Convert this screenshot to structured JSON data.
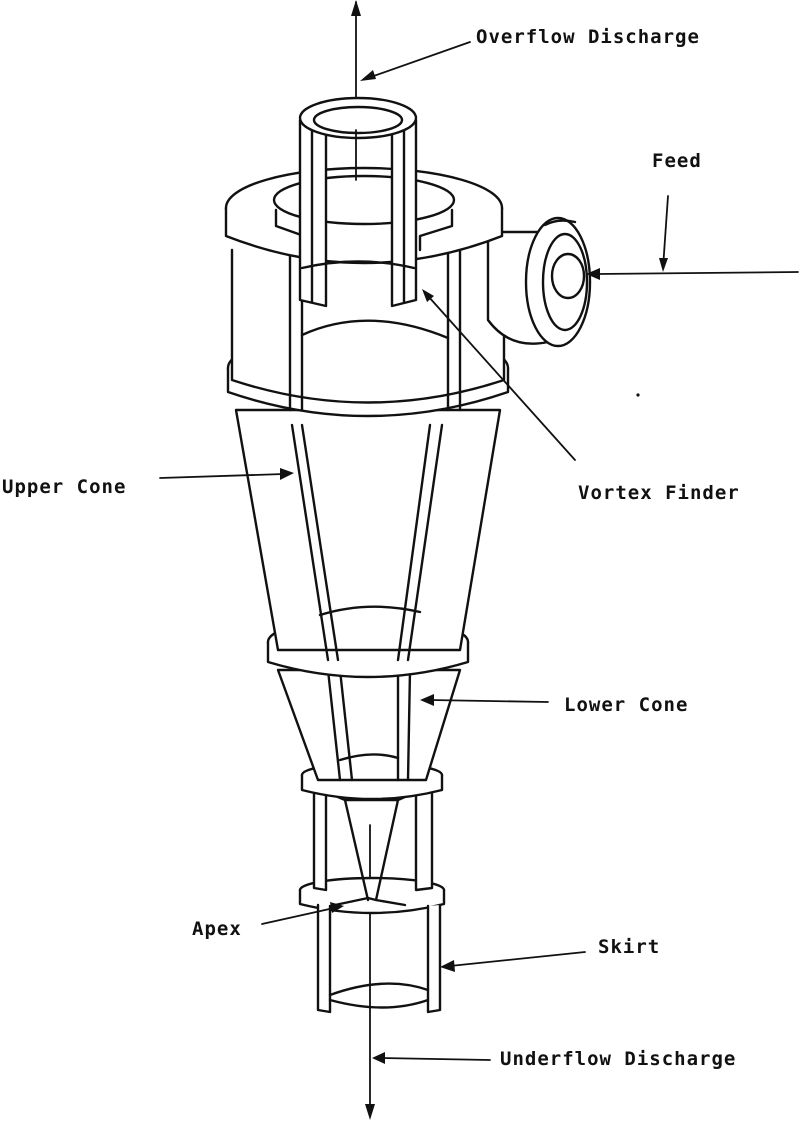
{
  "labels": {
    "overflow": "Overflow Discharge",
    "feed": "Feed",
    "vortex": "Vortex Finder",
    "upper_cone": "Upper Cone",
    "lower_cone": "Lower Cone",
    "apex": "Apex",
    "skirt": "Skirt",
    "underflow": "Underflow Discharge"
  }
}
